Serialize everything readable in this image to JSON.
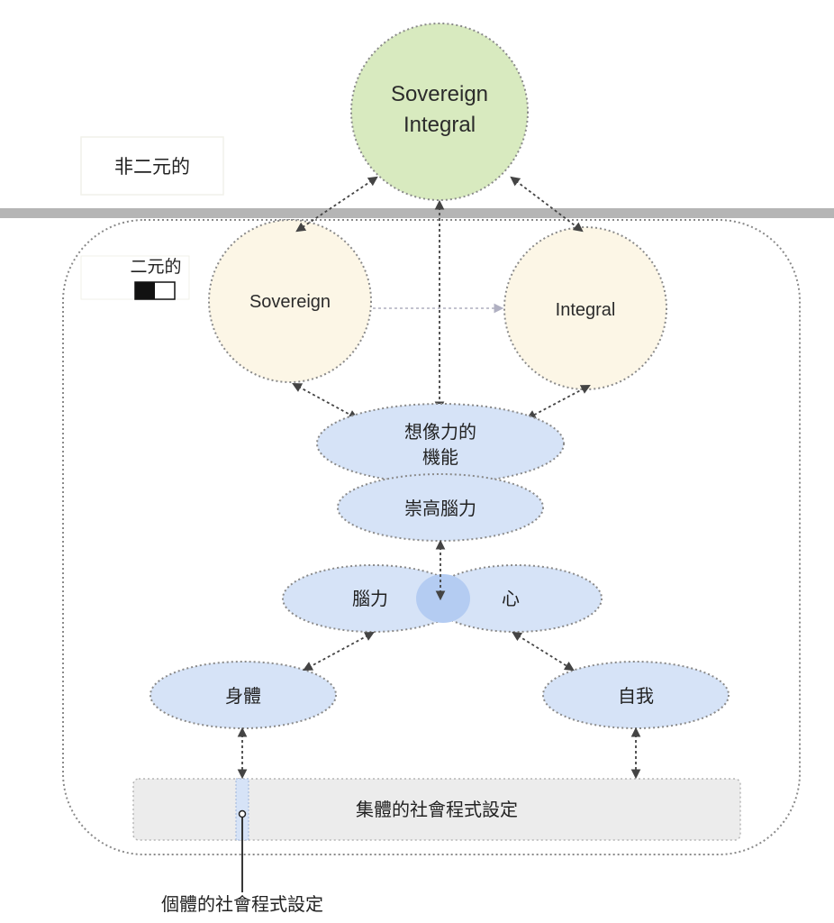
{
  "colors": {
    "sovereign_integral_fill": "#d8eabf",
    "dual_circle_fill": "#fcf6e6",
    "ellipse_fill": "#d6e3f7",
    "overlap_fill": "#b4ccf2",
    "collective_box_fill": "#ececec",
    "divider": "#b5b5b5"
  },
  "nondual_label": "非二元的",
  "dual_label": "二元的",
  "top_circle": {
    "line1": "Sovereign",
    "line2": "Integral"
  },
  "sovereign_circle": "Sovereign",
  "integral_circle": "Integral",
  "imagination": {
    "line1": "想像力的",
    "line2": "機能"
  },
  "higher_mind": "崇高腦力",
  "mind": "腦力",
  "heart": "心",
  "body": "身體",
  "self": "自我",
  "collective_programming": "集體的社會程式設定",
  "individual_programming": "個體的社會程式設定"
}
